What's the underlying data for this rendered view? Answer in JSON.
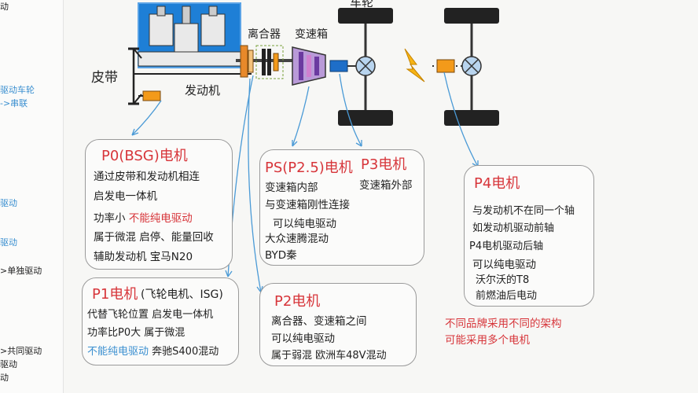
{
  "left_strip": {
    "items": [
      {
        "text": "动",
        "color": "#222222"
      },
      {
        "text": "驱动车轮",
        "color": "#3a8fd0"
      },
      {
        "text": "->串联",
        "color": "#3a8fd0"
      },
      {
        "text": "驱动",
        "color": "#3a8fd0"
      },
      {
        "text": "驱动",
        "color": "#3a8fd0"
      },
      {
        "text": ">单独驱动",
        "color": "#222222"
      },
      {
        "text": ">共同驱动",
        "color": "#222222"
      },
      {
        "text": "驱动",
        "color": "#222222"
      },
      {
        "text": "动",
        "color": "#222222"
      }
    ]
  },
  "diagram": {
    "belt_label": "皮带",
    "engine_label": "发动机",
    "clutch_label": "离合器",
    "gearbox_label": "变速箱",
    "wheel_label": "车轮"
  },
  "p0": {
    "title": "P0(BSG)电机",
    "lines": [
      "通过皮带和发动机相连",
      "启发电一体机"
    ],
    "line3_a": "功率小 ",
    "line3_b": "不能纯电驱动",
    "line4": "属于微混 启停、能量回收",
    "line5": "辅助发动机   宝马N20"
  },
  "ps": {
    "title": "PS(P2.5)电机",
    "lines": [
      "变速箱内部",
      "与变速箱刚性连接"
    ],
    "blue": "可以纯电驱动",
    "lines2": [
      "大众速腾混动",
      "BYD秦"
    ]
  },
  "p3": {
    "title": "P3电机",
    "line": "变速箱外部"
  },
  "p4": {
    "title": "P4电机",
    "lines": [
      "与发动机不在同一个轴",
      "如发动机驱动前轴",
      "P4电机驱动后轴"
    ],
    "blue": "可以纯电驱动",
    "lines2": [
      "沃尔沃的T8",
      "前燃油后电动"
    ]
  },
  "p1": {
    "title": "P1电机",
    "subtitle": "(飞轮电机、ISG)",
    "line1": "代替飞轮位置  启发电一体机",
    "line2": "功率比P0大    属于微混",
    "line3_a": "不能纯电驱动",
    "line3_b": " 奔驰S400混动"
  },
  "p2": {
    "title": "P2电机",
    "line1": "离合器、变速箱之间",
    "blue": "可以纯电驱动",
    "line3": "属于弱混  欧洲车48V混动"
  },
  "notes": [
    "不同品牌采用不同的架构",
    "可能采用多个电机"
  ]
}
